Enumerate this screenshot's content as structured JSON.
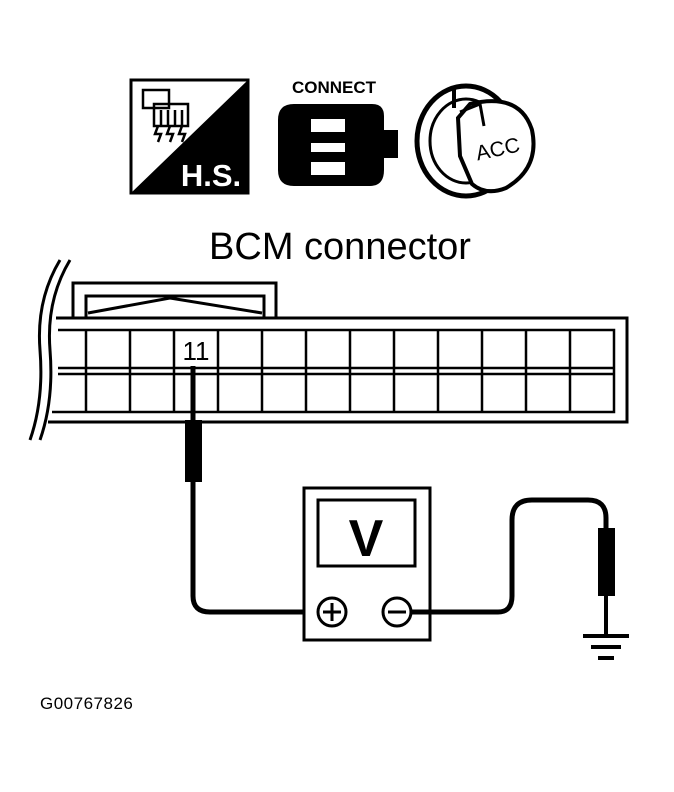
{
  "icons": {
    "harness_badge": "H.S.",
    "connect_label": "CONNECT",
    "ignition_label": "ACC"
  },
  "connector": {
    "title": "BCM connector",
    "pin_label": "11"
  },
  "meter": {
    "label": "V",
    "positive_symbol": "⊕",
    "negative_symbol": "⊖"
  },
  "figure_id": "G00767826"
}
